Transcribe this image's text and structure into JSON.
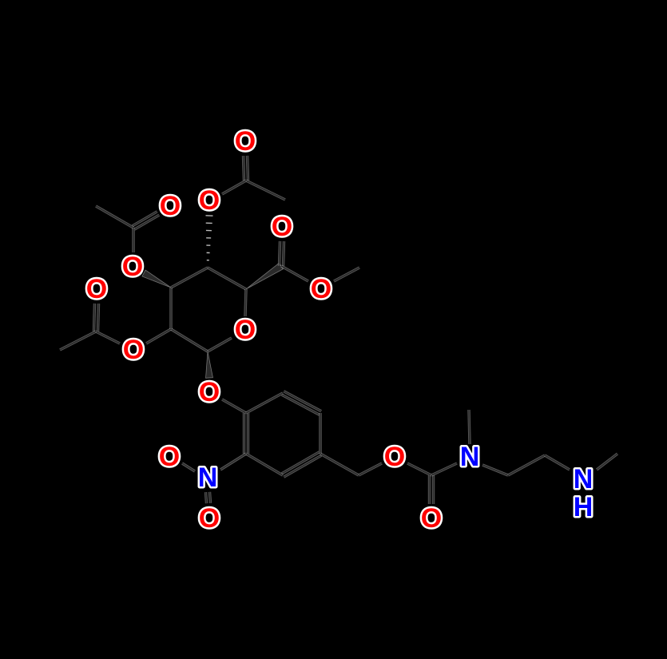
{
  "colors": {
    "background": "#000000",
    "oxygen": "#ff0000",
    "nitrogen": "#0000ff",
    "bond": "#2a2a2a"
  },
  "atoms": {
    "oxygen": [
      "O",
      "O",
      "O",
      "O",
      "O",
      "O",
      "O",
      "O",
      "O",
      "O",
      "O",
      "O",
      "O",
      "O"
    ],
    "nitrogen": [
      "N",
      "N",
      "N"
    ],
    "hydrogen": [
      "H"
    ]
  }
}
